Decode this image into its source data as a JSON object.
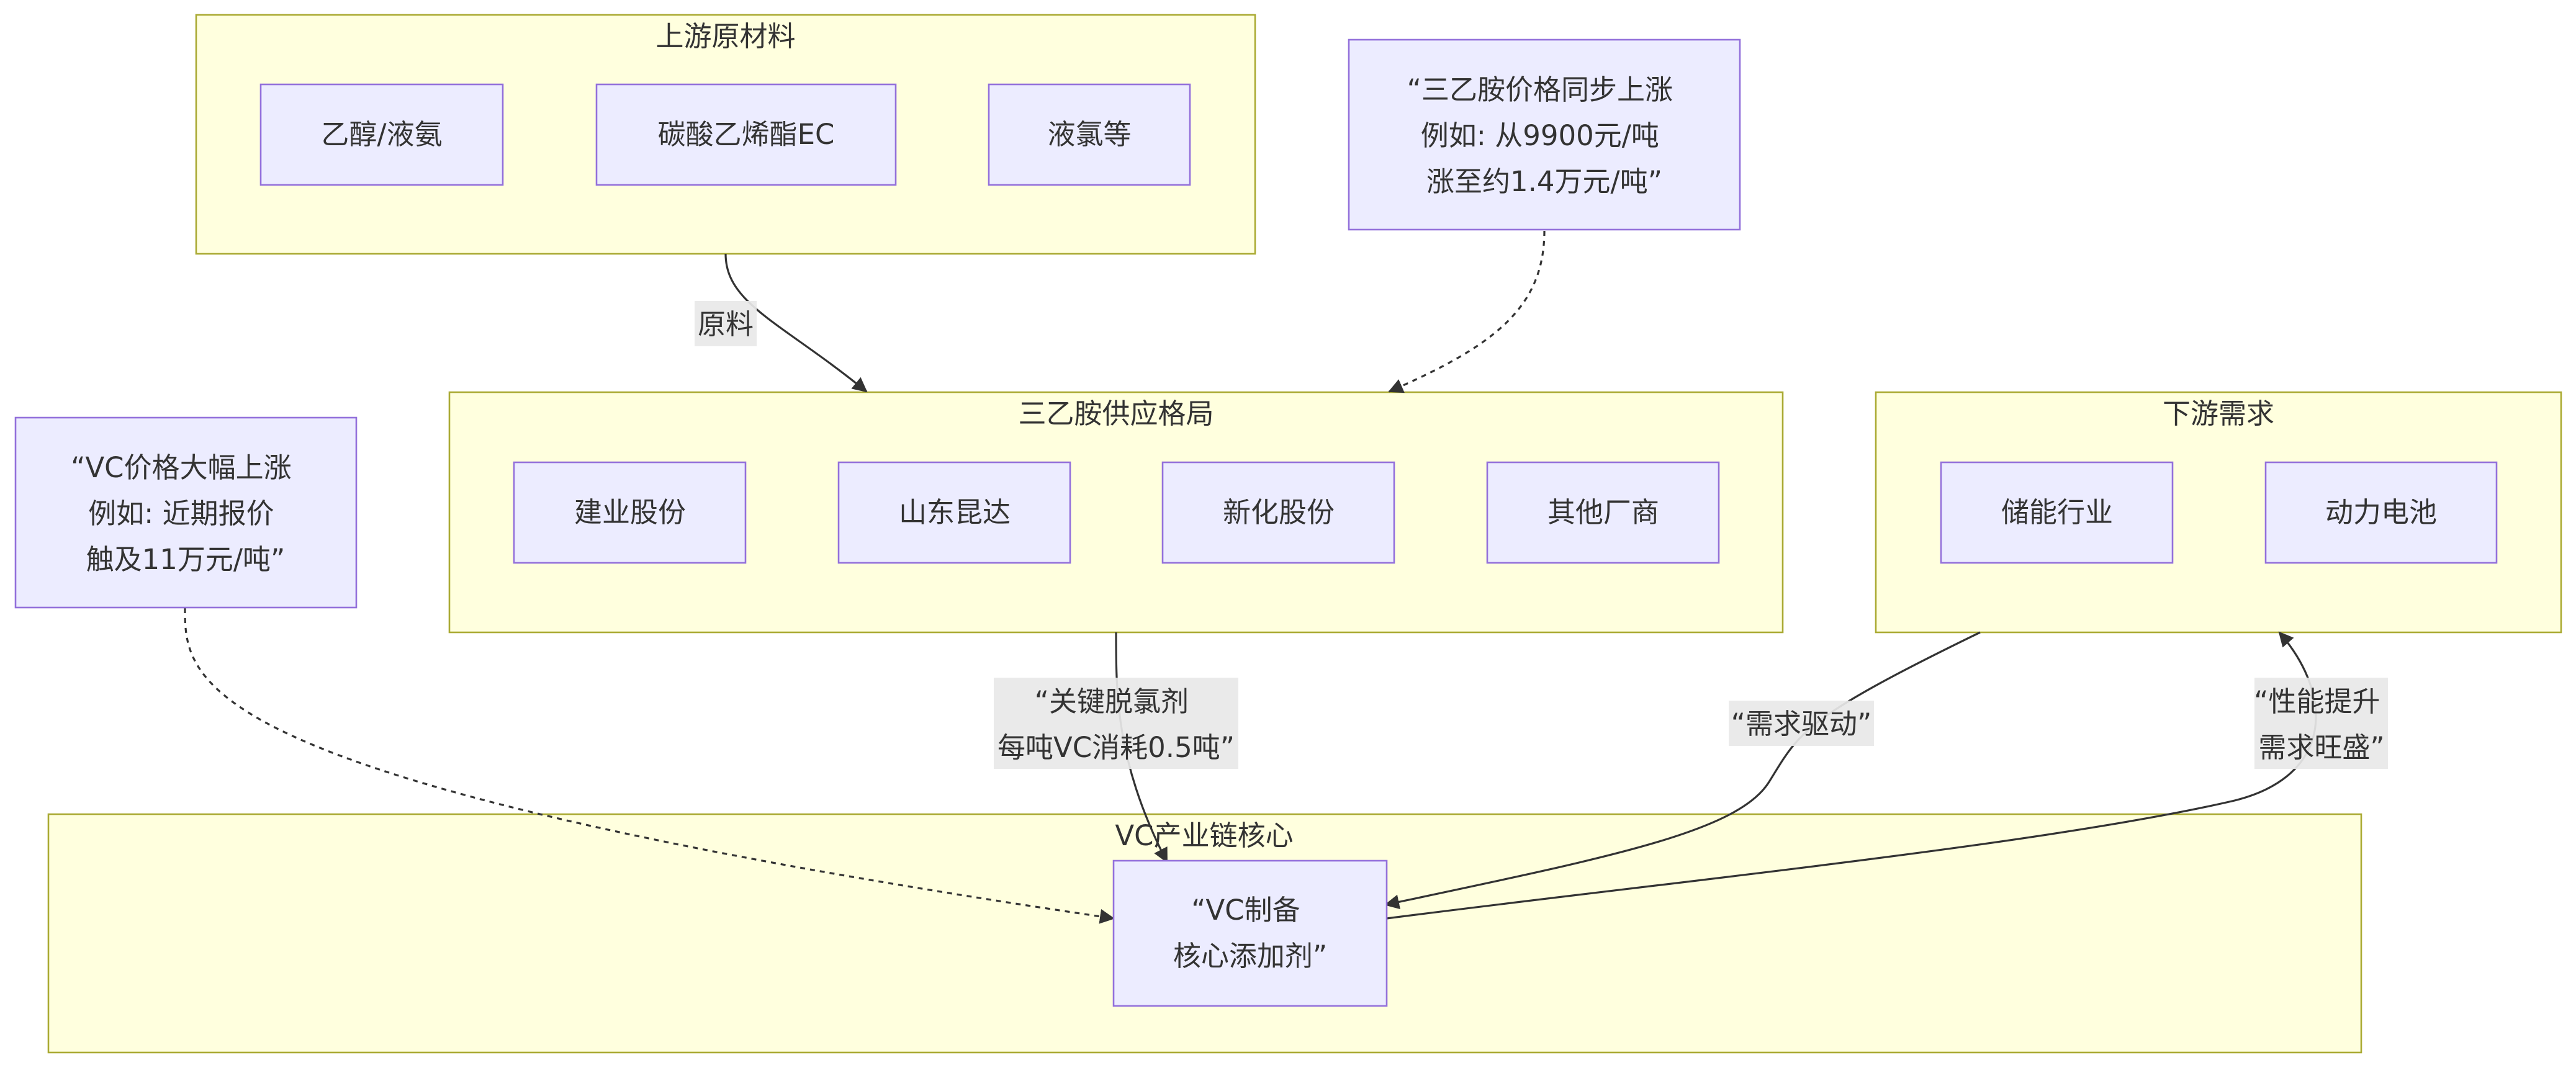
{
  "colors": {
    "cluster_fill": "#ffffde",
    "cluster_stroke": "#aaaa33",
    "node_fill": "#ececff",
    "node_stroke": "#9370db",
    "text": "#333333",
    "edge": "#333333",
    "edge_label_bg": "#e8e8e8"
  },
  "clusters": {
    "upstream": {
      "title": "上游原材料"
    },
    "supply": {
      "title": "三乙胺供应格局"
    },
    "downstream": {
      "title": "下游需求"
    },
    "core": {
      "title": "VC产业链核心"
    }
  },
  "nodes": {
    "ethanol": {
      "lines": [
        "乙醇/液氨"
      ]
    },
    "ec": {
      "lines": [
        "碳酸乙烯酯EC"
      ]
    },
    "chlorine": {
      "lines": [
        "液氯等"
      ]
    },
    "tea_price_note": {
      "lines": [
        "“三乙胺价格同步上涨",
        "例如: 从9900元/吨",
        "涨至约1.4万元/吨”"
      ]
    },
    "jianye": {
      "lines": [
        "建业股份"
      ]
    },
    "kunda": {
      "lines": [
        "山东昆达"
      ]
    },
    "xinhua": {
      "lines": [
        "新化股份"
      ]
    },
    "others": {
      "lines": [
        "其他厂商"
      ]
    },
    "storage": {
      "lines": [
        "储能行业"
      ]
    },
    "power": {
      "lines": [
        "动力电池"
      ]
    },
    "vc_price_note": {
      "lines": [
        "“VC价格大幅上涨",
        "例如: 近期报价",
        "触及11万元/吨”"
      ]
    },
    "vc_core": {
      "lines": [
        "“VC制备",
        "核心添加剂”"
      ]
    }
  },
  "edges": {
    "raw_material": {
      "label_lines": [
        "原料"
      ]
    },
    "key_agent": {
      "label_lines": [
        "“关键脱氯剂",
        "每吨VC消耗0.5吨”"
      ]
    },
    "demand_driven": {
      "label_lines": [
        "“需求驱动”"
      ]
    },
    "performance": {
      "label_lines": [
        "“性能提升",
        "需求旺盛”"
      ]
    }
  }
}
